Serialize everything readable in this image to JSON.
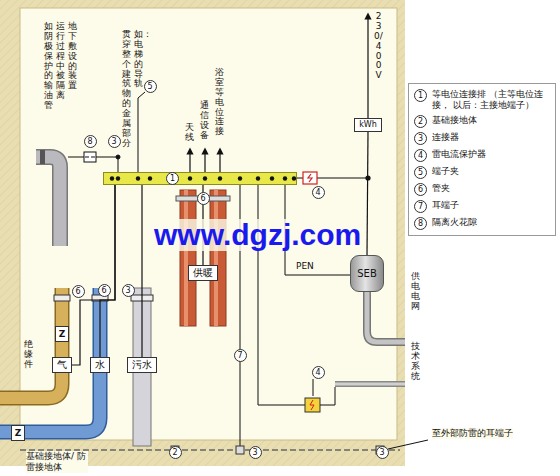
{
  "diagram": {
    "nodes": [
      {
        "text": [
          "1",
          "等电位连接排 （主等电位连接， 以后：主接地端子）",
          "2",
          "基础接地体",
          "3",
          "连接器",
          "4",
          "雷电流保护器",
          "5",
          "端子夹",
          "6",
          "管夹",
          "7",
          "耳端子",
          "8",
          "隔离火花隙"
        ]
      },
      {
        "text": [
          "1"
        ]
      },
      {
        "text": [
          "供暖"
        ]
      },
      {
        "text": [
          "kWh"
        ]
      },
      {
        "text": [
          "SEB"
        ]
      },
      {
        "text": [
          "Z"
        ]
      },
      {
        "text": [
          "气"
        ]
      },
      {
        "text": [
          "水"
        ]
      },
      {
        "text": [
          "污水"
        ]
      },
      {
        "text": [
          "Z"
        ]
      }
    ],
    "edges": [
      {
        "from": 1,
        "to": 6,
        "arrow": "none"
      },
      {
        "from": 1,
        "to": 7,
        "arrow": "none"
      },
      {
        "from": 1,
        "to": 8,
        "arrow": "none"
      },
      {
        "from": 1,
        "to": 2,
        "arrow": "none"
      },
      {
        "from": 3,
        "to": 4,
        "arrow": "none"
      }
    ],
    "labels": [
      "如：阴极保护的输油管",
      "运行过程中被隔离",
      "地下敷设的装置",
      "8",
      "3",
      "贯穿整个建筑物的金属部分",
      "如：电梯的导轨",
      "5",
      "天线",
      "通信设备",
      "浴室等电位连接",
      "6",
      "230/400 V",
      "4",
      "PEN",
      "www.dgzj.com",
      "供电电网",
      "6",
      "6",
      "3",
      "绝缘件",
      "7",
      "4",
      "技术系统",
      "基础接地体/ 防雷接地体",
      "2",
      "3",
      "3",
      "至外部防雷的耳端子"
    ]
  }
}
